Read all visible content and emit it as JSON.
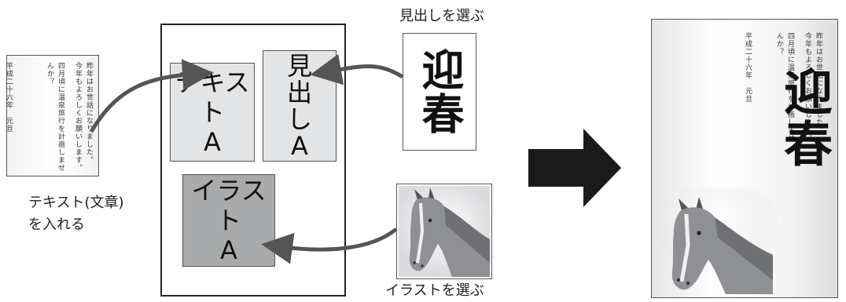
{
  "text_card": {
    "lines": [
      "昨年はお世話になりました。",
      "今年もよろしくお願いします。",
      "四月頃に温泉旅行を計画しませ",
      "んか？",
      "平成二十六年　元旦"
    ]
  },
  "text_caption": [
    "テキスト(文章)",
    "を入れる"
  ],
  "layout": {
    "slot_text": [
      "テキスト",
      "A"
    ],
    "slot_heading": [
      "見",
      "出",
      "し",
      "A"
    ],
    "slot_illust": [
      "イラスト",
      "A"
    ]
  },
  "heading_label": "見出しを選ぶ",
  "illust_label": "イラストを選ぶ",
  "calligraphy": "迎春",
  "colors": {
    "arrow": "#555555",
    "slot_light": "#e3e4e6",
    "slot_dark": "#a9aaac",
    "big_arrow": "#1a1a1a"
  }
}
